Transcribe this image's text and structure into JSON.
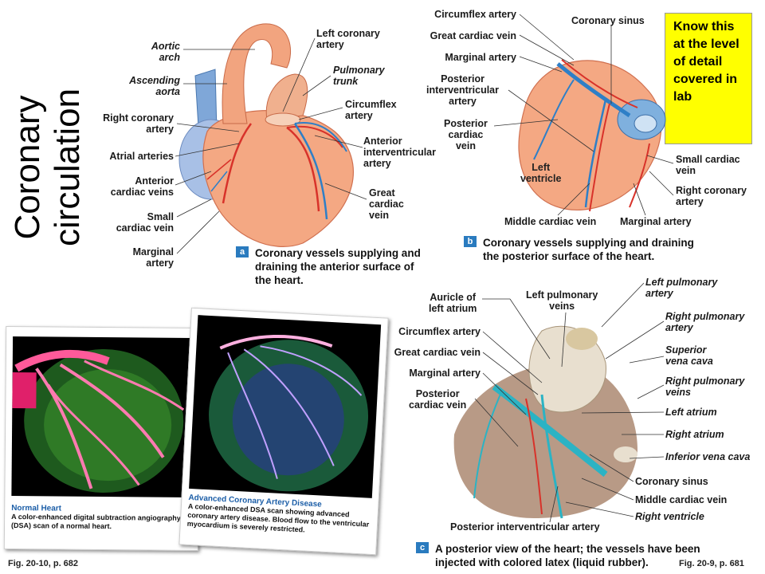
{
  "title": "Coronary circulation",
  "note": "Know this at the level of detail covered in lab",
  "panel_a": {
    "badge": "a",
    "caption": "Coronary vessels supplying and draining the anterior surface of the heart.",
    "labels": {
      "aortic_arch": "Aortic\narch",
      "ascending_aorta": "Ascending\naorta",
      "right_coronary": "Right coronary\nartery",
      "atrial_arteries": "Atrial arteries",
      "anterior_cardiac_veins": "Anterior\ncardiac veins",
      "small_cardiac_vein": "Small\ncardiac vein",
      "marginal_artery": "Marginal\nartery",
      "left_coronary": "Left coronary\nartery",
      "pulmonary_trunk": "Pulmonary\ntrunk",
      "circumflex": "Circumflex\nartery",
      "anterior_interventricular": "Anterior\ninterventricular\nartery",
      "great_cardiac_vein": "Great\ncardiac\nvein"
    }
  },
  "panel_b": {
    "badge": "b",
    "caption": "Coronary vessels supplying and draining\nthe posterior surface of the heart.",
    "labels": {
      "circumflex": "Circumflex artery",
      "great_cardiac_vein": "Great cardiac vein",
      "marginal_artery": "Marginal artery",
      "posterior_interventricular": "Posterior\ninterventricular\nartery",
      "posterior_cardiac_vein": "Posterior\ncardiac\nvein",
      "left_ventricle": "Left\nventricle",
      "middle_cardiac_vein": "Middle cardiac vein",
      "marginal_artery_2": "Marginal artery",
      "coronary_sinus": "Coronary sinus",
      "small_cardiac_vein": "Small cardiac\nvein",
      "right_coronary": "Right coronary\nartery"
    }
  },
  "panel_c": {
    "badge": "c",
    "caption": "A posterior view of the heart; the vessels have been\ninjected with colored latex (liquid rubber).",
    "labels": {
      "auricle": "Auricle of\nleft atrium",
      "left_pulmonary_veins": "Left pulmonary\nveins",
      "left_pulmonary_artery": "Left pulmonary\nartery",
      "right_pulmonary_artery": "Right pulmonary\nartery",
      "superior_vena_cava": "Superior\nvena cava",
      "right_pulmonary_veins": "Right pulmonary\nveins",
      "left_atrium": "Left atrium",
      "right_atrium": "Right atrium",
      "inferior_vena_cava": "Inferior vena cava",
      "coronary_sinus": "Coronary sinus",
      "middle_cardiac_vein": "Middle cardiac vein",
      "right_ventricle": "Right ventricle",
      "circumflex": "Circumflex artery",
      "great_cardiac_vein": "Great cardiac vein",
      "marginal_artery": "Marginal artery",
      "posterior_cardiac_vein": "Posterior\ncardiac vein",
      "posterior_interventricular": "Posterior interventricular artery"
    }
  },
  "photos": {
    "normal": {
      "title": "Normal Heart",
      "text": "A color-enhanced digital subtraction angiography (DSA) scan of a normal heart."
    },
    "disease": {
      "title": "Advanced Coronary Artery Disease",
      "text": "A color-enhanced DSA scan showing advanced coronary artery disease. Blood flow to the ventricular myocardium is severely restricted."
    }
  },
  "fig_left": "Fig. 20-10, p. 682",
  "fig_right": "Fig. 20-9, p. 681",
  "colors": {
    "note_bg": "#ffff00",
    "badge": "#2a7bbf",
    "heart": "#f4a883",
    "artery": "#d8322a",
    "vein": "#2e7fc7",
    "latex_vein": "#2bb3c4"
  }
}
